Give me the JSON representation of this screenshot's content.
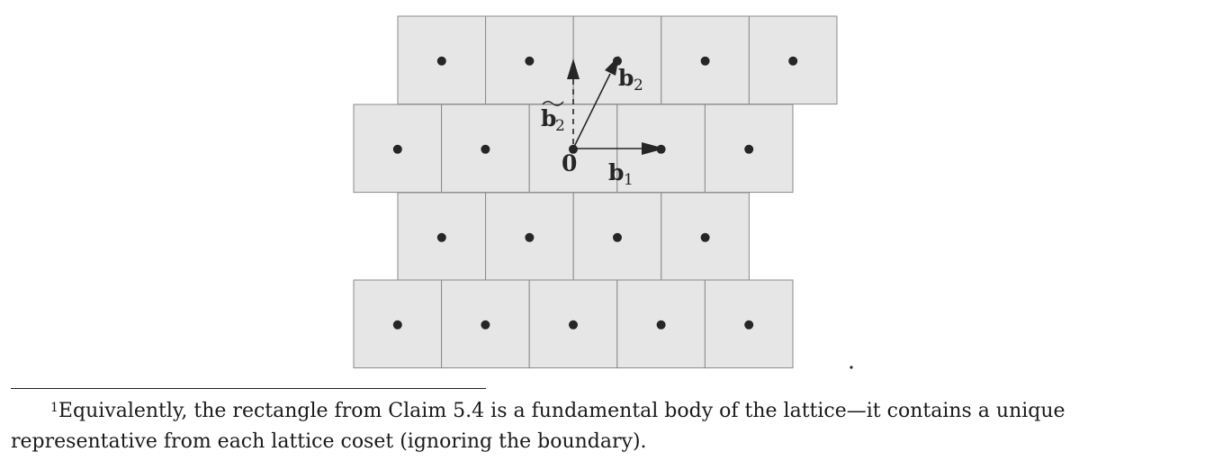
{
  "figure": {
    "labels": {
      "origin": "0",
      "b1": "b",
      "b1_sub": "1",
      "b2": "b",
      "b2_sub": "2",
      "b2_tilde": "b",
      "b2_tilde_sub": "2"
    },
    "colors": {
      "cell_fill": "#e6e6e6",
      "cell_stroke": "#8a8a8a",
      "point": "#262626"
    }
  },
  "footnote": {
    "marker": "1",
    "line1": "Equivalently, the rectangle from Claim 5.4 is a fundamental body of the lattice—it contains a unique",
    "line2": "representative from each lattice coset (ignoring the boundary)."
  }
}
